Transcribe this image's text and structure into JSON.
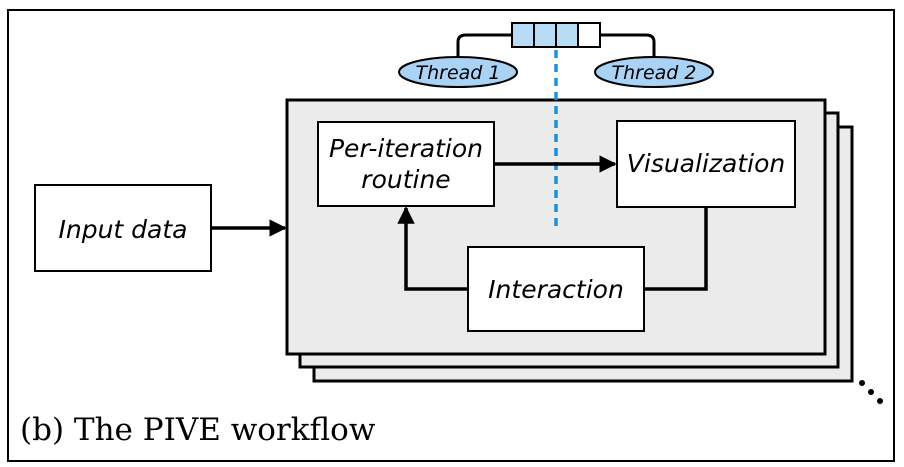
{
  "diagram": {
    "caption": "(b) The PIVE workflow",
    "nodes": {
      "input_data": "Input data",
      "per_iteration_line1": "Per-iteration",
      "per_iteration_line2": "routine",
      "visualization": "Visualization",
      "interaction": "Interaction"
    },
    "threads": {
      "thread1": "Thread 1",
      "thread2": "Thread 2"
    },
    "queue": {
      "slots": 4,
      "filled": 3
    },
    "ellipsis": "...",
    "colors": {
      "stack_fill": "#ebebeb",
      "thread_fill": "#a9d2f4",
      "queue_fill": "#b8dcf6",
      "divider": "#1e8fe0",
      "stroke": "#000000"
    }
  }
}
